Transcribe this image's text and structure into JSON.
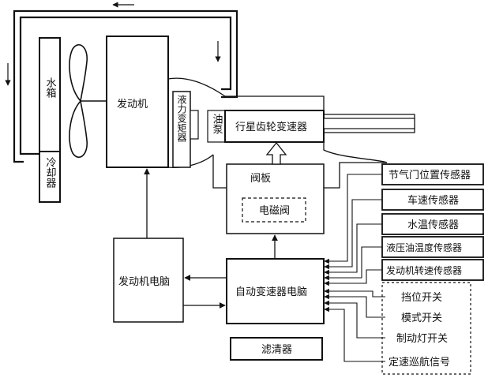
{
  "components": {
    "radiator": "水箱",
    "cooler": "冷却器",
    "engine": "发动机",
    "torque_converter": "液力变矩器",
    "oil_pump": "油泵",
    "planetary_gearbox": "行星齿轮变速器",
    "valve_body": "阀板",
    "solenoid_valve": "电磁阀",
    "engine_ecu": "发动机电脑",
    "transmission_ecu": "自动变速器电脑",
    "filter": "滤清器"
  },
  "sensors": [
    "节气门位置传感器",
    "车速传感器",
    "水温传感器",
    "液压油温度传感器",
    "发动机转速传感器"
  ],
  "switches": [
    "挡位开关",
    "模式开关",
    "制动灯开关",
    "定速巡航信号"
  ]
}
